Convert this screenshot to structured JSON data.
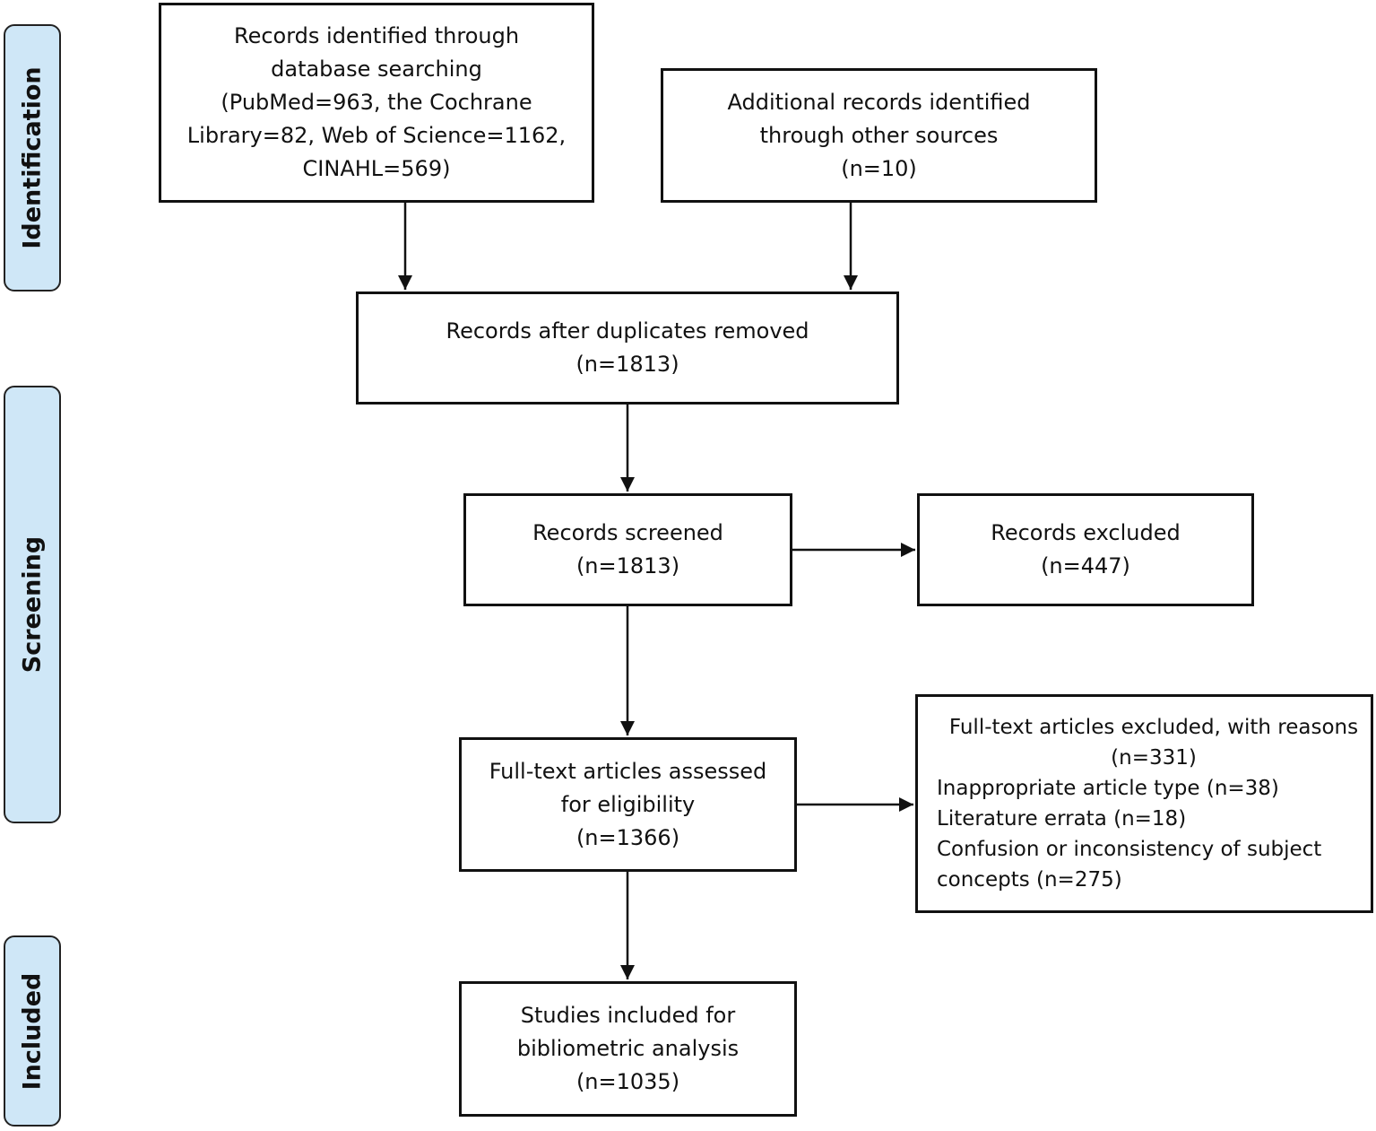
{
  "stages": {
    "identification": "Identification",
    "screening": "Screening",
    "included": "Included"
  },
  "boxes": {
    "db_search": [
      "Records identified through",
      "database searching",
      "(PubMed=963, the Cochrane",
      "Library=82, Web of Science=1162,",
      "CINAHL=569)"
    ],
    "other_sources": [
      "Additional records identified",
      "through other sources",
      "(n=10)"
    ],
    "after_duplicates": [
      "Records after duplicates removed",
      "(n=1813)"
    ],
    "screened": [
      "Records screened",
      "(n=1813)"
    ],
    "excluded": [
      "Records excluded",
      "(n=447)"
    ],
    "fulltext_assessed": [
      "Full-text articles assessed",
      "for eligibility",
      "(n=1366)"
    ],
    "fulltext_excluded": {
      "title": "Full-text articles excluded, with reasons",
      "count": "(n=331)",
      "reasons": [
        "Inappropriate article type (n=38)",
        "Literature errata (n=18)",
        "Confusion or inconsistency of subject",
        "concepts (n=275)"
      ]
    },
    "included": [
      "Studies included for",
      "bibliometric analysis",
      "(n=1035)"
    ]
  },
  "colors": {
    "stage_fill": "#cfe7f7",
    "stroke": "#111111"
  }
}
